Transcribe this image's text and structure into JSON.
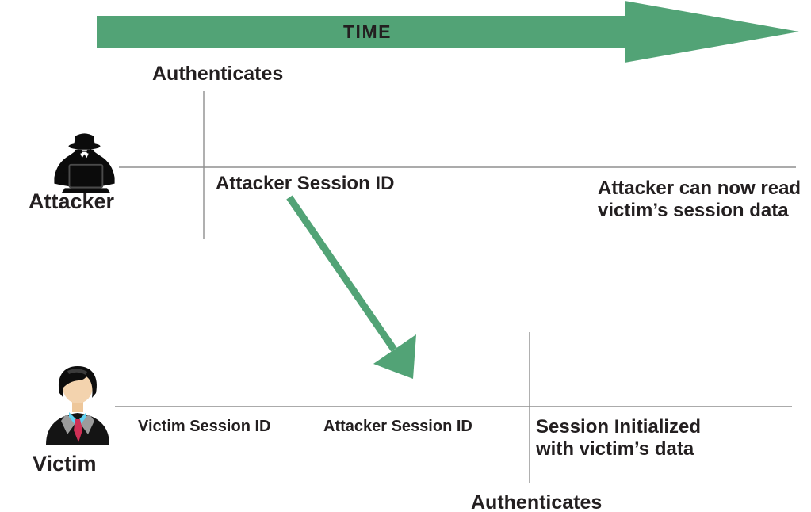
{
  "colors": {
    "accent_green": "#52a376",
    "line_gray": "#8f8f8f",
    "text": "#231f20",
    "victim_skin": "#f3d3ae",
    "victim_shirt": "#5fd2f2",
    "victim_tie": "#cf2f55",
    "victim_lapel": "#9c9c9c"
  },
  "icons": {
    "time": "right-arrow-icon",
    "attacker": "spy-icon",
    "victim": "businessman-icon",
    "transfer": "down-right-arrow-icon"
  },
  "timeline": {
    "time_label": "TIME"
  },
  "attacker": {
    "name": "Attacker",
    "authenticates_label": "Authenticates",
    "session_label": "Attacker Session ID",
    "note": "Attacker can now read\nvictim’s session data"
  },
  "victim": {
    "name": "Victim",
    "session_label": "Victim Session ID",
    "attacker_session_label": "Attacker Session ID",
    "note": "Session Initialized\nwith victim’s data",
    "authenticates_label": "Authenticates"
  }
}
